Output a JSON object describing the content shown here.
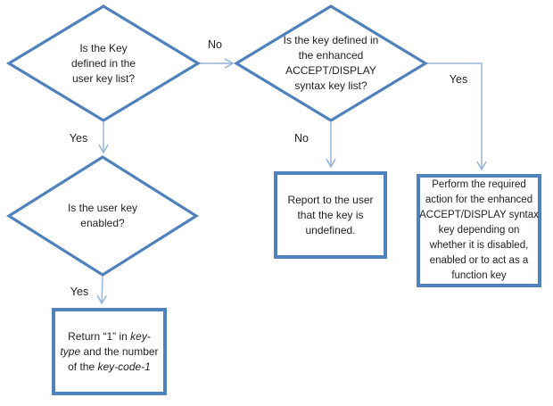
{
  "palette": {
    "shape_border": "#4F81BD",
    "connector": "#95B3D7",
    "text": "#1F1F1F",
    "canvas_bg": "#FFFFFF"
  },
  "nodes": {
    "decision_user_key_defined": {
      "lines": [
        "Is the Key",
        "defined in the",
        "user key list?"
      ]
    },
    "decision_enhanced_syntax": {
      "lines": [
        "Is the key defined in",
        "the enhanced",
        "ACCEPT/DISPLAY",
        "syntax key list?"
      ]
    },
    "decision_user_key_enabled": {
      "lines": [
        "Is the user key",
        "enabled?"
      ]
    },
    "report_box": {
      "lines": [
        "Report to the user",
        "that the key is",
        "undefined."
      ]
    },
    "perform_box": {
      "lines": [
        "Perform the required",
        "action for the enhanced",
        "ACCEPT/DISPLAY syntax",
        "key depending on",
        "whether it is disabled,",
        "enabled or to act as a",
        "function key"
      ]
    },
    "return_box": {
      "line1_normal": "Return “1” in ",
      "line1_italic": "key-",
      "line2_italic": "type",
      "line2_normal": " and the number",
      "line3_normal": "of the ",
      "line3_italic": "key-code-1"
    }
  },
  "labels": {
    "no_top": "No",
    "yes_left": "Yes",
    "no_middle": "No",
    "yes_right": "Yes",
    "yes_bottom": "Yes"
  }
}
